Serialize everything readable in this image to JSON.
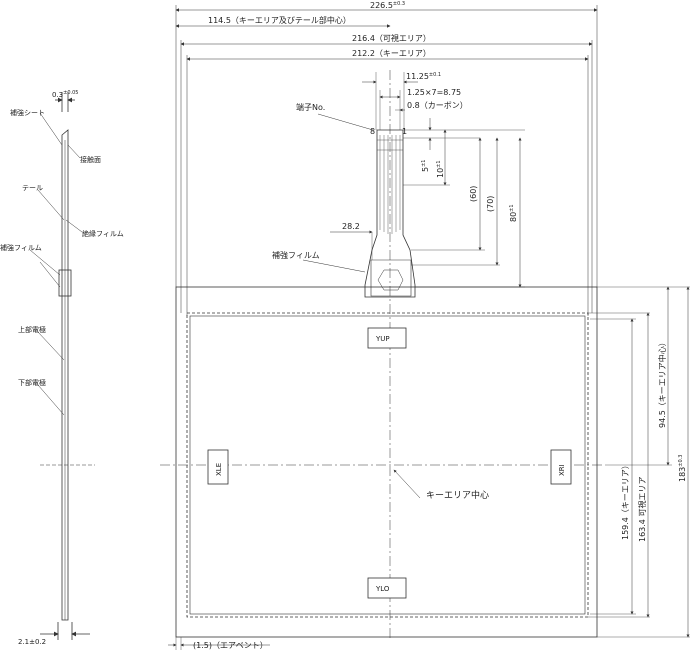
{
  "dimensions": {
    "total_width": "226.5",
    "total_width_tol": "±0.3",
    "key_tail_center": "114.5（キーエリア及びテール部中心）",
    "visible_area_w": "216.4（可視エリア）",
    "key_area_w": "212.2（キーエリア）",
    "tail_w": "11.25",
    "tail_w_tol": "±0.1",
    "pitch": "1.25×7=8.75",
    "carbon": "0.8（カーボン）",
    "d5": "5",
    "d5_tol": "±1",
    "d10": "10",
    "d10_tol": "±1",
    "d60": "(60)",
    "d70": "(70)",
    "d80": "80",
    "d80_tol": "±1",
    "d28_2": "28.2",
    "key_area_h": "159.4（キーエリア）",
    "visible_area_h": "163.4 可視エリア",
    "key_center_v": "94.5（キーエリア中心）",
    "total_height": "183",
    "total_height_tol": "±0.3",
    "air_vent": "(1.5)（エアベント）",
    "thickness_top": "0.3",
    "thickness_top_tol": "±0.05",
    "thickness_bottom": "2.1±0.2"
  },
  "labels": {
    "terminal_no": "端子No.",
    "pin8": "8",
    "pin1": "1",
    "reinforce_film": "補強フィルム",
    "key_area_center": "キーエリア中心",
    "y_up": "YUP",
    "y_lo": "YLO",
    "x_le": "XLE",
    "x_ri": "XRI"
  },
  "side_labels": {
    "reinforce_sheet": "補強シート",
    "contact_face": "接触面",
    "tail": "テール",
    "insulation_film": "絶縁フィルム",
    "reinforce_film": "補強フィルム",
    "upper_electrode": "上部電極",
    "lower_electrode": "下部電極"
  }
}
